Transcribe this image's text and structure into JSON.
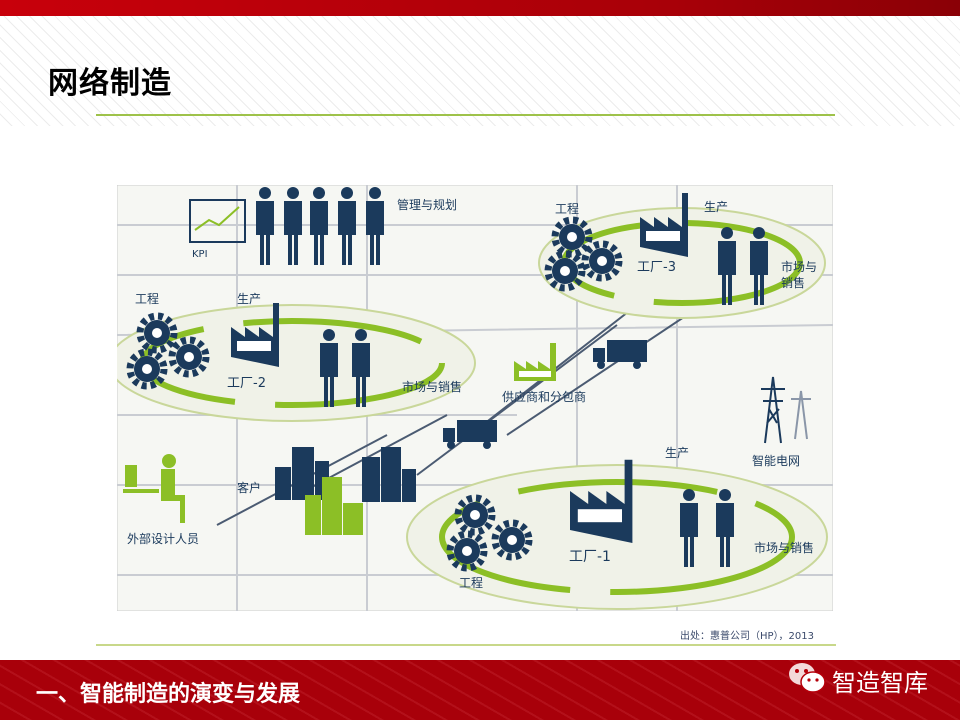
{
  "slide": {
    "title": "网络制造",
    "footer_title": "一、智能制造的演变与发展",
    "brand": "智造智库",
    "source": "出处：惠普公司（HP），2013"
  },
  "diagram": {
    "kpi": "KPI",
    "management": "管理与规划",
    "factory3": {
      "engineering": "工程",
      "production": "生产",
      "name": "工厂-3",
      "sales_line1": "市场与",
      "sales_line2": "销售"
    },
    "factory2": {
      "engineering": "工程",
      "production": "生产",
      "name": "工厂-2",
      "sales": "市场与销售"
    },
    "factory1": {
      "engineering": "工程",
      "production": "生产",
      "name": "工厂-1",
      "sales": "市场与销售"
    },
    "supplier": "供应商和分包商",
    "smart_grid": "智能电网",
    "customer": "客户",
    "designer": "外部设计人员"
  },
  "colors": {
    "navy": "#1b3a5c",
    "green": "#8cbf26",
    "red": "#b5000a"
  }
}
